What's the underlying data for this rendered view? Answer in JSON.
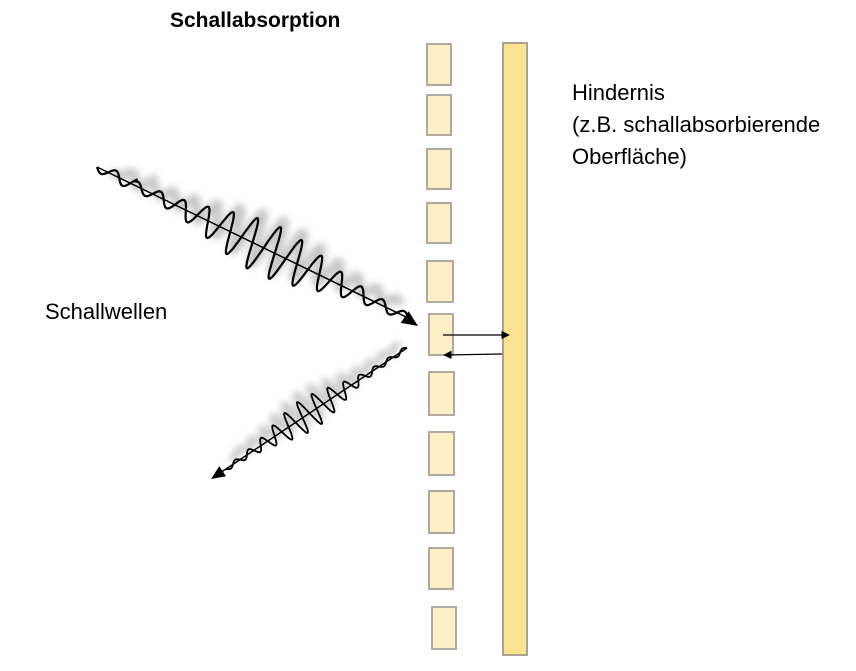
{
  "title": "Schallabsorption",
  "labels": {
    "waves": "Schallwellen",
    "obstacle_line1": "Hindernis",
    "obstacle_line2": "(z.B. schallabsorbierende",
    "obstacle_line3": "Oberfläche)"
  },
  "colors": {
    "absorber_fill": "#fdefc6",
    "absorber_stroke": "#b0aaa0",
    "wall_fill": "#fce392",
    "wall_stroke": "#aaa294",
    "wave": "#000000",
    "wave_shadow": "#9a9a9a"
  },
  "icons": {
    "incident_arrow": "arrow-head-icon",
    "reflected_arrow": "arrow-head-icon"
  }
}
